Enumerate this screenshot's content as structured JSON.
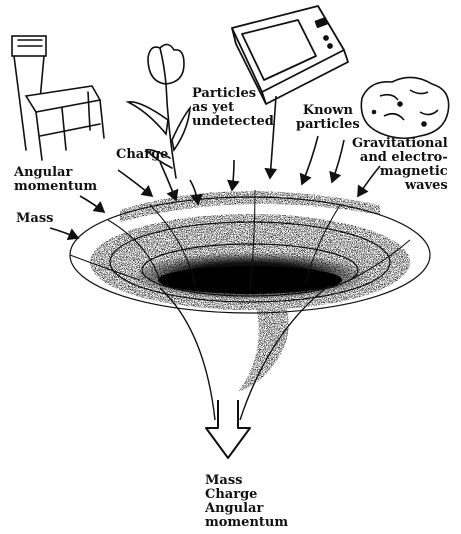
{
  "labels": {
    "angular_momentum": "Angular\nmomentum",
    "mass": "Mass",
    "charge": "Charge",
    "particles_undetected": "Particles\nas yet\nundetected",
    "known_particles": "Known\nparticles",
    "grav_em_waves": "Gravitational\nand electro-\nmagnetic\nwaves",
    "output": "Mass\nCharge\nAngular\nmomentum"
  },
  "icons": [
    "chair-icon",
    "flower-icon",
    "television-icon",
    "rock-icon"
  ],
  "colors": {
    "ink": "#111111",
    "paper": "#ffffff"
  }
}
